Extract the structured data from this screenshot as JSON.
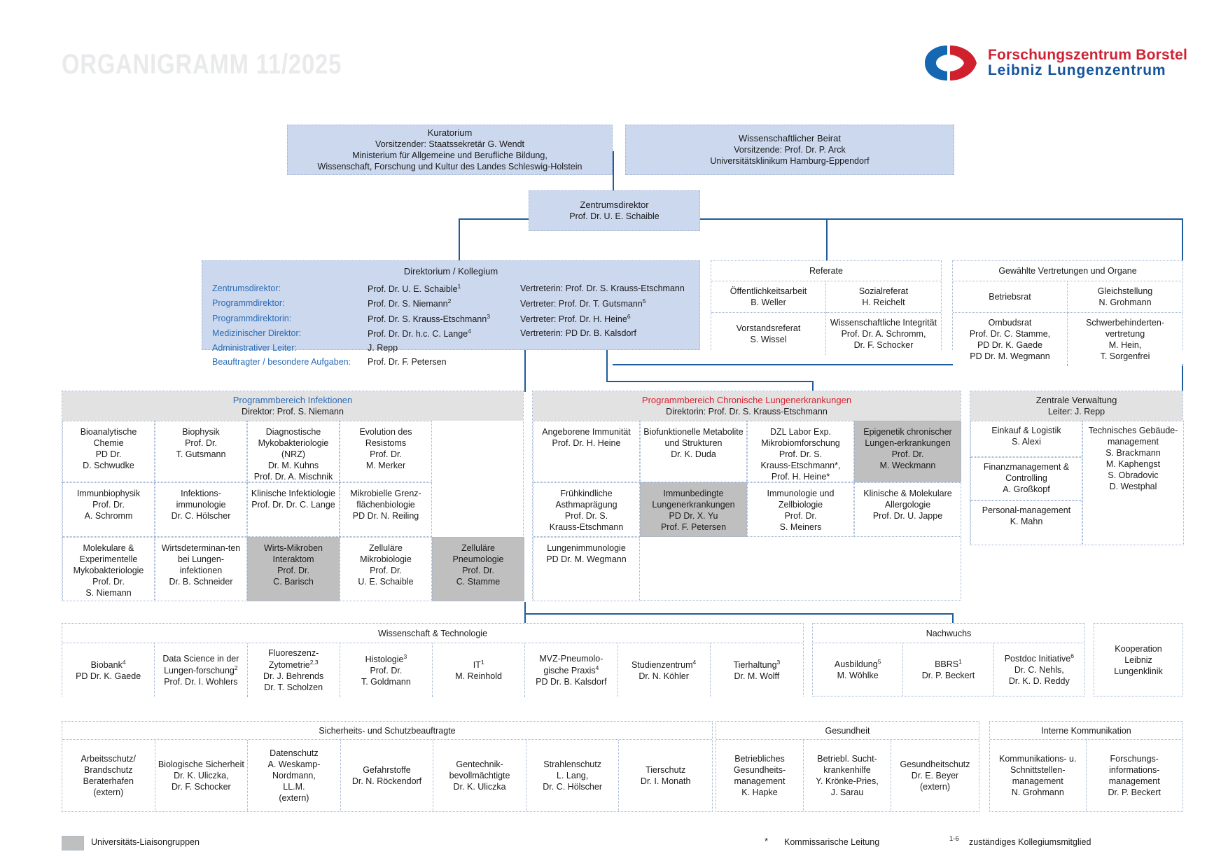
{
  "header": {
    "title": "ORGANIGRAMM 11/2025",
    "logo": {
      "line1": "Forschungszentrum Borstel",
      "line2": "Leibniz Lungenzentrum",
      "red": "#cf2235",
      "blue": "#15539e"
    }
  },
  "top": {
    "kuratorium": {
      "title": "Kuratorium",
      "l1": "Vorsitzender: Staatssekretär G. Wendt",
      "l2": "Ministerium für Allgemeine und Berufliche Bildung,",
      "l3": "Wissenschaft, Forschung und Kultur des Landes Schleswig-Holstein"
    },
    "beirat": {
      "title": "Wissenschaftlicher Beirat",
      "l1": "Vorsitzende: Prof. Dr. P. Arck",
      "l2": "Universitätsklinikum Hamburg-Eppendorf"
    },
    "zentrumsdirektor": {
      "title": "Zentrumsdirektor",
      "name": "Prof. Dr. U. E. Schaible"
    }
  },
  "direktorium": {
    "title": "Direktorium / Kollegium",
    "rows": [
      {
        "label": "Zentrumsdirektor:",
        "name": "Prof. Dr. U. E. Schaible",
        "sup": "1",
        "rep": "Vertreterin: Prof. Dr. S. Krauss-Etschmann"
      },
      {
        "label": "Programmdirektor:",
        "name": "Prof. Dr. S. Niemann",
        "sup": "2",
        "rep": "Vertreter: Prof. Dr. T. Gutsmann",
        "repsup": "5"
      },
      {
        "label": "Programmdirektorin:",
        "name": "Prof. Dr. S. Krauss-Etschmann",
        "sup": "3",
        "rep": "Vertreter: Prof. Dr. H. Heine",
        "repsup": "6"
      },
      {
        "label": "Medizinischer Direktor:",
        "name": "Prof. Dr. Dr. h.c. C. Lange",
        "sup": "4",
        "rep": "Vertreterin: PD Dr. B. Kalsdorf"
      },
      {
        "label": "Administrativer Leiter:",
        "name": "J. Repp",
        "sup": "",
        "rep": ""
      },
      {
        "label": "Beauftragter / besondere Aufgaben:",
        "name": "Prof. Dr. F. Petersen",
        "sup": "",
        "rep": ""
      }
    ]
  },
  "referate": {
    "title": "Referate",
    "cells": [
      {
        "title": "Öffentlichkeitsarbeit",
        "lines": [
          "B. Weller"
        ]
      },
      {
        "title": "Sozialreferat",
        "lines": [
          "H. Reichelt"
        ]
      },
      {
        "title": "Vorstandsreferat",
        "lines": [
          "S. Wissel"
        ]
      },
      {
        "title": "Wissenschaftliche Integrität",
        "lines": [
          "Prof. Dr. A. Schromm,",
          "Dr. F. Schocker"
        ]
      }
    ]
  },
  "gewaehlte": {
    "title": "Gewählte Vertretungen und Organe",
    "cells": [
      {
        "title": "Betriebsrat",
        "lines": []
      },
      {
        "title": "Gleichstellung",
        "lines": [
          "N. Grohmann"
        ]
      },
      {
        "title": "Ombudsrat",
        "lines": [
          "Prof. Dr. C. Stamme,",
          "PD Dr. K. Gaede",
          "PD Dr. M. Wegmann"
        ]
      },
      {
        "title": "Schwerbehinderten-vertretung",
        "lines": [
          "M. Hein,",
          "T. Sorgenfrei"
        ]
      }
    ]
  },
  "infektionen": {
    "title": "Programmbereich Infektionen",
    "subtitle": "Direktor: Prof. S. Niemann",
    "title_color": "#2b6cb5",
    "groups": [
      {
        "title": "Bioanalytische Chemie",
        "lines": [
          "PD Dr.",
          "D. Schwudke"
        ],
        "grey": false
      },
      {
        "title": "Biophysik",
        "lines": [
          "Prof. Dr.",
          "T. Gutsmann"
        ],
        "grey": false
      },
      {
        "title": "Diagnostische Mykobakteriologie (NRZ)",
        "lines": [
          "Dr. M. Kuhns",
          "Prof. Dr. A. Mischnik"
        ],
        "grey": false
      },
      {
        "title": "Evolution des Resistoms",
        "lines": [
          "Prof. Dr.",
          "M. Merker"
        ],
        "grey": false
      },
      {
        "title": "Immunbiophysik",
        "lines": [
          "Prof. Dr.",
          "A. Schromm"
        ],
        "grey": false
      },
      {
        "title": "Infektions-immunologie",
        "lines": [
          "Dr. C. Hölscher"
        ],
        "grey": false
      },
      {
        "title": "Klinische Infektiologie",
        "lines": [
          "Prof. Dr. Dr. C. Lange"
        ],
        "grey": false
      },
      {
        "title": "Mikrobielle Grenz-flächenbiologie",
        "lines": [
          "PD Dr. N. Reiling"
        ],
        "grey": false
      },
      {
        "title": "Molekulare & Experimentelle Mykobakteriologie",
        "lines": [
          "Prof. Dr.",
          "S. Niemann"
        ],
        "grey": false
      },
      {
        "title": "Wirtsdeterminan-ten bei Lungen-infektionen",
        "lines": [
          "Dr. B. Schneider"
        ],
        "grey": false
      },
      {
        "title": "Wirts-Mikroben Interaktom",
        "lines": [
          "Prof. Dr.",
          "C. Barisch"
        ],
        "grey": true
      },
      {
        "title": "Zelluläre Mikrobiologie",
        "lines": [
          "Prof. Dr.",
          "U. E. Schaible"
        ],
        "grey": false
      },
      {
        "title": "Zelluläre Pneumologie",
        "lines": [
          "Prof. Dr.",
          "C. Stamme"
        ],
        "grey": true
      }
    ]
  },
  "lungen": {
    "title": "Programmbereich Chronische Lungenerkrankungen",
    "subtitle": "Direktorin: Prof. Dr. S. Krauss-Etschmann",
    "title_color": "#d81f2a",
    "groups": [
      {
        "title": "Angeborene Immunität",
        "lines": [
          "Prof. Dr. H. Heine"
        ],
        "grey": false
      },
      {
        "title": "Biofunktionelle Metabolite und Strukturen",
        "lines": [
          "Dr. K. Duda"
        ],
        "grey": false
      },
      {
        "title": "DZL Labor Exp. Mikrobiomforschung",
        "lines": [
          "Prof. Dr. S.",
          "Krauss-Etschmann*,",
          "Prof. H. Heine*"
        ],
        "grey": false
      },
      {
        "title": "Epigenetik chronischer Lungen-erkrankungen",
        "lines": [
          "Prof. Dr.",
          "M. Weckmann"
        ],
        "grey": true
      },
      {
        "title": "Frühkindliche Asthmaprägung",
        "lines": [
          "Prof. Dr. S.",
          "Krauss-Etschmann"
        ],
        "grey": false
      },
      {
        "title": "Immunbedingte Lungenerkrankungen",
        "lines": [
          "PD Dr. X. Yu",
          "Prof. F. Petersen"
        ],
        "grey": true
      },
      {
        "title": "Immunologie und Zellbiologie",
        "lines": [
          "Prof. Dr.",
          "S. Meiners"
        ],
        "grey": false
      },
      {
        "title": "Klinische & Molekulare Allergologie",
        "lines": [
          "Prof. Dr. U. Jappe"
        ],
        "grey": false
      },
      {
        "title": "Lungenimmunologie",
        "lines": [
          "PD Dr. M. Wegmann"
        ],
        "grey": false
      }
    ]
  },
  "verwaltung": {
    "title": "Zentrale Verwaltung",
    "subtitle": "Leiter: J. Repp",
    "left": [
      {
        "title": "Einkauf & Logistik",
        "lines": [
          "S. Alexi"
        ]
      },
      {
        "title": "Finanzmanagement & Controlling",
        "lines": [
          "A. Großkopf"
        ]
      },
      {
        "title": "Personal-management",
        "lines": [
          "K. Mahn"
        ]
      }
    ],
    "right": {
      "title": "Technisches Gebäude-management",
      "lines": [
        "S. Brackmann",
        "M. Kaphengst",
        "S. Obradovic",
        "D. Westphal"
      ]
    }
  },
  "wissenschaft": {
    "title": "Wissenschaft & Technologie",
    "cells": [
      {
        "title": "Biobank",
        "sup": "4",
        "lines": [
          "PD Dr. K. Gaede"
        ]
      },
      {
        "title": "Data Science in der Lungen-forschung",
        "sup": "2",
        "lines": [
          "Prof. Dr. I. Wohlers"
        ]
      },
      {
        "title": "Fluoreszenz-Zytometrie",
        "sup": "2,3",
        "lines": [
          "Dr. J. Behrends",
          "Dr. T. Scholzen"
        ]
      },
      {
        "title": "Histologie",
        "sup": "3",
        "lines": [
          "Prof. Dr.",
          "T. Goldmann"
        ]
      },
      {
        "title": "IT",
        "sup": "1",
        "lines": [
          "M. Reinhold"
        ]
      },
      {
        "title": "MVZ-Pneumolo-gische Praxis",
        "sup": "4",
        "lines": [
          "PD Dr. B. Kalsdorf"
        ]
      },
      {
        "title": "Studienzentrum",
        "sup": "4",
        "lines": [
          "Dr. N. Köhler"
        ]
      },
      {
        "title": "Tierhaltung",
        "sup": "3",
        "lines": [
          "Dr. M. Wolff"
        ]
      }
    ]
  },
  "nachwuchs": {
    "title": "Nachwuchs",
    "cells": [
      {
        "title": "Ausbildung",
        "sup": "5",
        "lines": [
          "M. Wöhlke"
        ]
      },
      {
        "title": "BBRS",
        "sup": "1",
        "lines": [
          "Dr. P. Beckert"
        ]
      },
      {
        "title": "Postdoc Initiative",
        "sup": "6",
        "lines": [
          "Dr. C. Nehls,",
          "Dr. K. D. Reddy"
        ]
      }
    ]
  },
  "kooperation": {
    "lines": [
      "Kooperation",
      "Leibniz",
      "Lungenklinik"
    ]
  },
  "sicherheit": {
    "title": "Sicherheits- und Schutzbeauftragte",
    "cells": [
      {
        "title": "Arbeitsschutz/ Brandschutz",
        "lines": [
          "Beraterhafen",
          "(extern)"
        ]
      },
      {
        "title": "Biologische Sicherheit",
        "lines": [
          "Dr. K. Uliczka,",
          "Dr. F. Schocker"
        ]
      },
      {
        "title": "Datenschutz",
        "lines": [
          "A. Weskamp-",
          "Nordmann,",
          "LL.M.",
          "(extern)"
        ]
      },
      {
        "title": "Gefahrstoffe",
        "lines": [
          "Dr. N. Röckendorf"
        ]
      },
      {
        "title": "Gentechnik-bevollmächtigte",
        "lines": [
          "Dr. K. Uliczka"
        ]
      },
      {
        "title": "Strahlenschutz",
        "lines": [
          "L. Lang,",
          "Dr. C. Hölscher"
        ]
      },
      {
        "title": "Tierschutz",
        "lines": [
          "Dr. I. Monath"
        ]
      }
    ]
  },
  "gesundheit": {
    "title": "Gesundheit",
    "cells": [
      {
        "title": "Betriebliches Gesundheits-management",
        "lines": [
          "K. Hapke"
        ]
      },
      {
        "title": "Betriebl. Sucht-krankenhilfe",
        "lines": [
          "Y. Krönke-Pries,",
          "J. Sarau"
        ]
      },
      {
        "title": "Gesundheitschutz",
        "lines": [
          "Dr. E. Beyer",
          "(extern)"
        ]
      }
    ]
  },
  "kommunikation": {
    "title": "Interne Kommunikation",
    "cells": [
      {
        "title": "Kommunikations- u. Schnittstellen-management",
        "lines": [
          "N. Grohmann"
        ]
      },
      {
        "title": "Forschungs-informations-management",
        "lines": [
          "Dr. P. Beckert"
        ]
      }
    ]
  },
  "legend": {
    "swatch_label": "Universitäts-Liaisongruppen",
    "star": "*",
    "star_label": "Kommissarische Leitung",
    "sup": "1-6",
    "sup_label": "zuständiges Kollegiumsmitglied"
  }
}
